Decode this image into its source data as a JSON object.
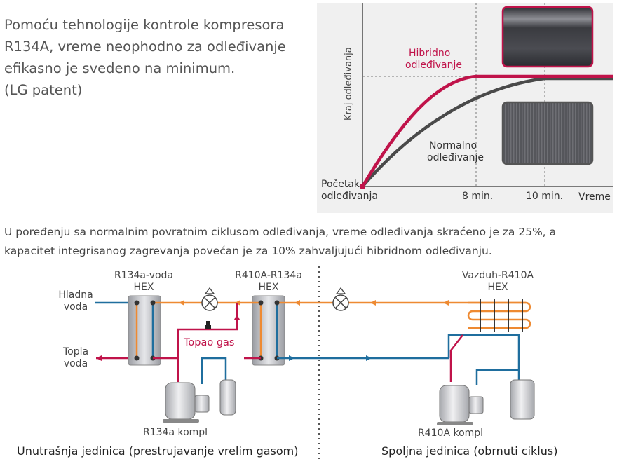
{
  "intro": {
    "lines": [
      "Pomoću tehnologije kontrole kompresora",
      "R134A, vreme neophodno za odleđivanje",
      "efikasno je svedeno na minimum.",
      "(LG patent)"
    ]
  },
  "chart": {
    "y_label": "Kraj odleđivanja",
    "origin_label_1": "Početak",
    "origin_label_2": "odleđivanja",
    "tick_8": "8 min.",
    "tick_10": "10 min.",
    "x_label": "Vreme",
    "hybrid_label_1": "Hibridno",
    "hybrid_label_2": "odleđivanje",
    "normal_label_1": "Normalno",
    "normal_label_2": "odleđivanje",
    "colors": {
      "hybrid": "#c0134a",
      "normal": "#4a4a4a",
      "background": "#f0f0f0"
    }
  },
  "chart_data": {
    "type": "line",
    "xlabel": "Vreme",
    "ylabel": "Kraj odleđivanja",
    "x_ticks": [
      "8 min.",
      "10 min."
    ],
    "series": [
      {
        "name": "Hibridno odleđivanje",
        "x": [
          0,
          2,
          4,
          6,
          8,
          10,
          12
        ],
        "y": [
          0,
          0.55,
          0.85,
          0.97,
          1,
          1,
          1
        ]
      },
      {
        "name": "Normalno odleđivanje",
        "x": [
          0,
          2,
          4,
          6,
          8,
          10,
          12
        ],
        "y": [
          0,
          0.35,
          0.6,
          0.8,
          0.93,
          1,
          1
        ]
      }
    ]
  },
  "note": {
    "lines": [
      "U poređenju sa normalnim povratnim ciklusom odleđivanja, vreme odleđivanja skraćeno je za 25%, a",
      "kapacitet integrisanog zagrevanja povećan je za 10% zahvaljujući hibridnom odleđivanju."
    ]
  },
  "diagram": {
    "hex1_1": "R134a-voda",
    "hex1_2": "HEX",
    "hex2_1": "R410A-R134a",
    "hex2_2": "HEX",
    "hex3_1": "Vazduh-R410A",
    "hex3_2": "HEX",
    "cold_1": "Hladna",
    "cold_2": "voda",
    "warm_1": "Topla",
    "warm_2": "voda",
    "hotgas": "Topao gas",
    "comp1": "R134a kompl",
    "comp2": "R410A kompl",
    "caption_left": "Unutrašnja jedinica (prestrujavanje vrelim gasom)",
    "caption_right": "Spoljna jedinica (obrnuti ciklus)",
    "colors": {
      "orange": "#ee8a32",
      "blue": "#1f6e9e",
      "red": "#c0134a"
    }
  }
}
